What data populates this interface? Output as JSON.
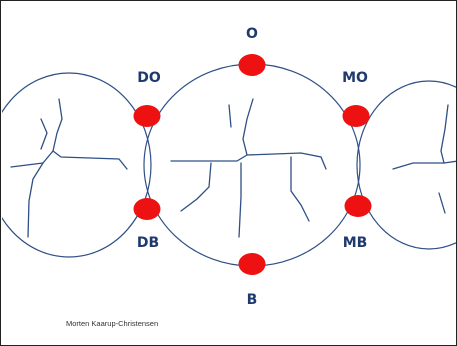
{
  "labels": {
    "top": "O",
    "bottom": "B",
    "upper_left": "DO",
    "lower_left": "DB",
    "upper_right": "MO",
    "lower_right": "MB"
  },
  "credit": "Morten Kaarup-Christensen",
  "colors": {
    "outline": "#2f4f86",
    "label": "#1f3a6e",
    "marker": "#ee1111",
    "credit_text": "#333333"
  }
}
